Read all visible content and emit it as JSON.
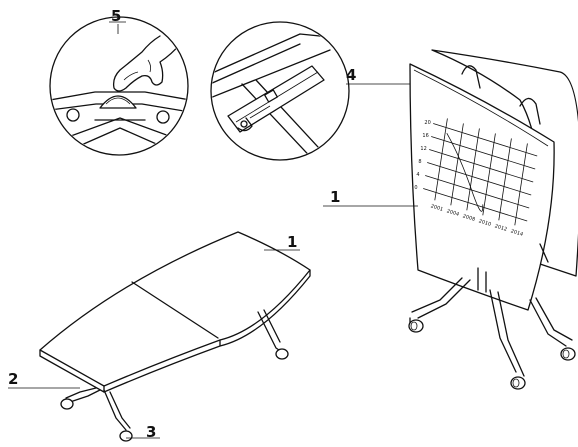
{
  "callouts": {
    "c1_folded": "1",
    "c1_table": "1",
    "c2": "2",
    "c3": "3",
    "c4": "4",
    "c5": "5"
  },
  "whiteboard_chart": {
    "y_ticks": [
      "20",
      "16",
      "12",
      "8",
      "4",
      "0"
    ],
    "x_ticks": [
      "2001",
      "2004",
      "2008",
      "2010",
      "2012",
      "2014"
    ]
  }
}
